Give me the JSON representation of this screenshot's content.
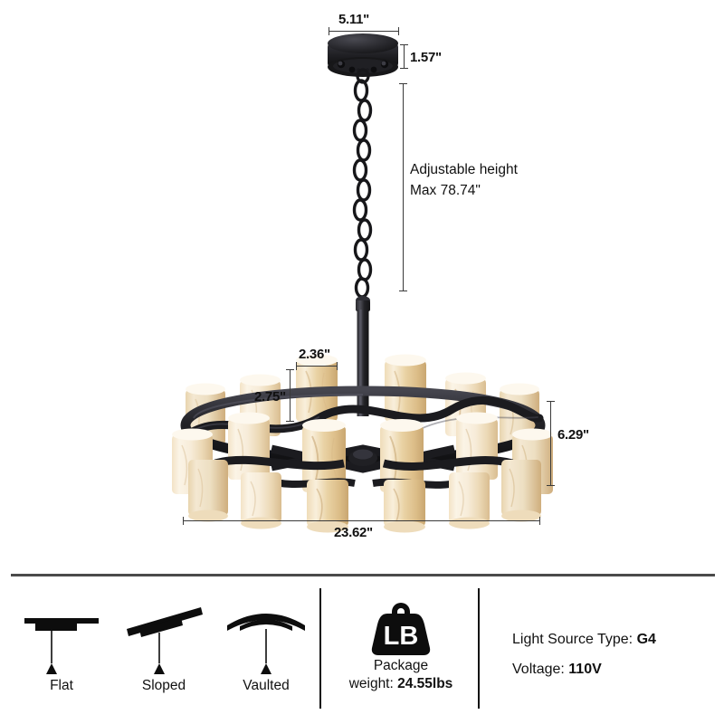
{
  "product": {
    "name": "alabaster-drum-chandelier",
    "colors": {
      "frame": "#1d1d1f",
      "frame_highlight": "#43434a",
      "shade_light": "#fbf3e4",
      "shade_mid": "#eeddbd",
      "shade_deep": "#d8bb8a",
      "dimension_line": "#3a3a3a",
      "text": "#111111",
      "divider": "#4a4a4a"
    }
  },
  "dimensions": {
    "canopy_width": "5.11\"",
    "canopy_height": "1.57\"",
    "shade_width": "2.36\"",
    "shade_height": "2.75\"",
    "body_height": "6.29\"",
    "overall_width": "23.62\"",
    "adjustable_note_line1": "Adjustable height",
    "adjustable_note_line2": "Max 78.74\""
  },
  "ceiling_types": [
    {
      "id": "flat",
      "label": "Flat",
      "icon": "flat-ceiling-icon"
    },
    {
      "id": "sloped",
      "label": "Sloped",
      "icon": "sloped-ceiling-icon"
    },
    {
      "id": "vaulted",
      "label": "Vaulted",
      "icon": "vaulted-ceiling-icon"
    }
  ],
  "package": {
    "icon": "weight-bag-icon",
    "icon_text": "LB",
    "line1": "Package",
    "line2_prefix": "weight: ",
    "line2_value": "24.55lbs"
  },
  "specs": [
    {
      "label": "Light Source Type: ",
      "value": "G4"
    },
    {
      "label": "Voltage: ",
      "value": "110V"
    }
  ]
}
